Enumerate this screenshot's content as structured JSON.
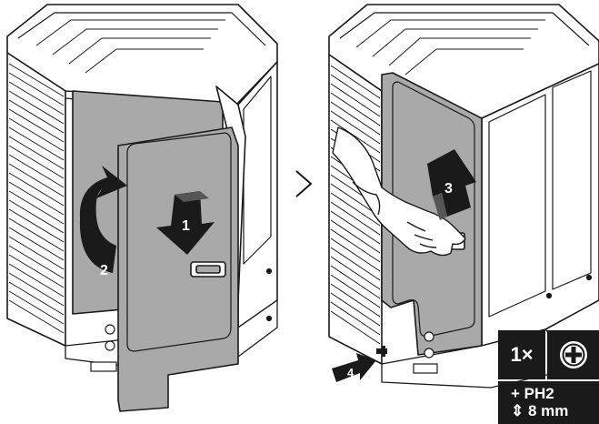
{
  "steps": {
    "step1": "1",
    "step2": "2",
    "step3": "3",
    "step4": "4"
  },
  "separator_glyph": "›",
  "tool": {
    "quantity": "1×",
    "icon": "phillips-screwdriver-icon",
    "bit_line": "+ PH2",
    "length_line": "⇕ 8 mm"
  },
  "colors": {
    "panel_gray": "#a9a9a9",
    "ink": "#1a1a1a",
    "background": "#ffffff"
  }
}
